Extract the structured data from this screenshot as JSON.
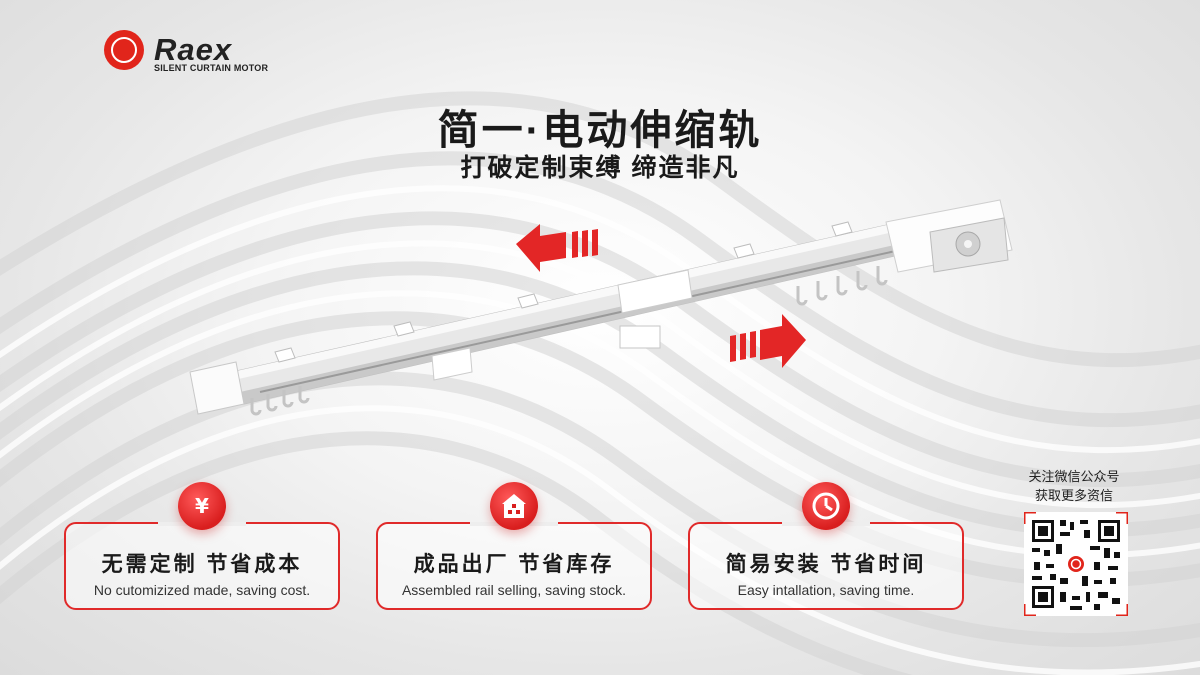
{
  "brand": {
    "name": "Raex",
    "tagline": "SILENT CURTAIN MOTOR",
    "accent_color": "#e1251b"
  },
  "headline": {
    "title": "简一·电动伸缩轨",
    "subtitle": "打破定制束缚 缔造非凡"
  },
  "product": {
    "icon": "curtain-rail-image",
    "arrow_left_icon": "arrow-left-icon",
    "arrow_right_icon": "arrow-right-icon"
  },
  "features": [
    {
      "icon": "money-bag-icon",
      "title_cn": "无需定制  节省成本",
      "title_en": "No cutomizized made, saving cost."
    },
    {
      "icon": "house-icon",
      "title_cn": "成品出厂  节省库存",
      "title_en": "Assembled rail selling, saving stock."
    },
    {
      "icon": "clock-icon",
      "title_cn": "简易安装  节省时间",
      "title_en": "Easy intallation, saving time."
    }
  ],
  "qr": {
    "caption_line1": "关注微信公众号",
    "caption_line2": "获取更多资信",
    "icon": "qr-code-icon"
  }
}
